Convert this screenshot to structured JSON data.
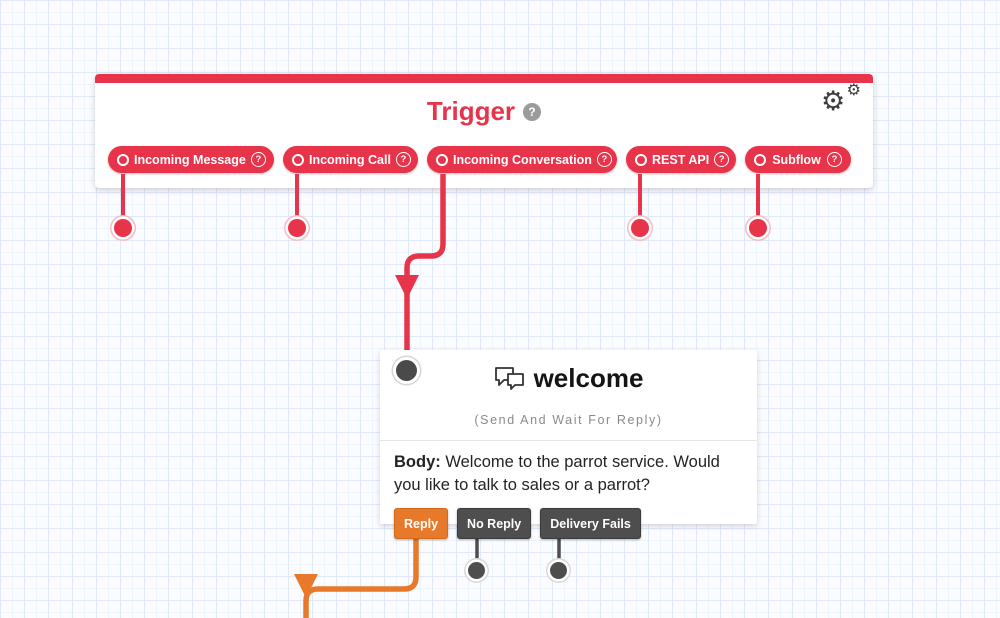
{
  "colors": {
    "accent_red": "#E8344A",
    "accent_orange": "#E8792B",
    "dark_gray": "#4E4E4E",
    "grid_line": "#DFE9F7"
  },
  "icons": {
    "gear_glyph": "⚙",
    "help_glyph": "?",
    "gear_name": "settings-gears-icon",
    "chat_name": "message-bubbles-icon"
  },
  "trigger_widget": {
    "title": "Trigger",
    "pills": [
      {
        "label": "Incoming Message"
      },
      {
        "label": "Incoming Call"
      },
      {
        "label": "Incoming Conversation"
      },
      {
        "label": "REST API"
      },
      {
        "label": "Subflow"
      }
    ]
  },
  "welcome_widget": {
    "title": "welcome",
    "type_label": "(Send And Wait For Reply)",
    "body_label": "Body:",
    "body_text": "Welcome to the parrot service. Would you like to talk to sales or a parrot?",
    "transitions": [
      {
        "label": "Reply",
        "state": "connected"
      },
      {
        "label": "No Reply",
        "state": "unconnected-port"
      },
      {
        "label": "Delivery Fails",
        "state": "unconnected-port"
      }
    ]
  }
}
